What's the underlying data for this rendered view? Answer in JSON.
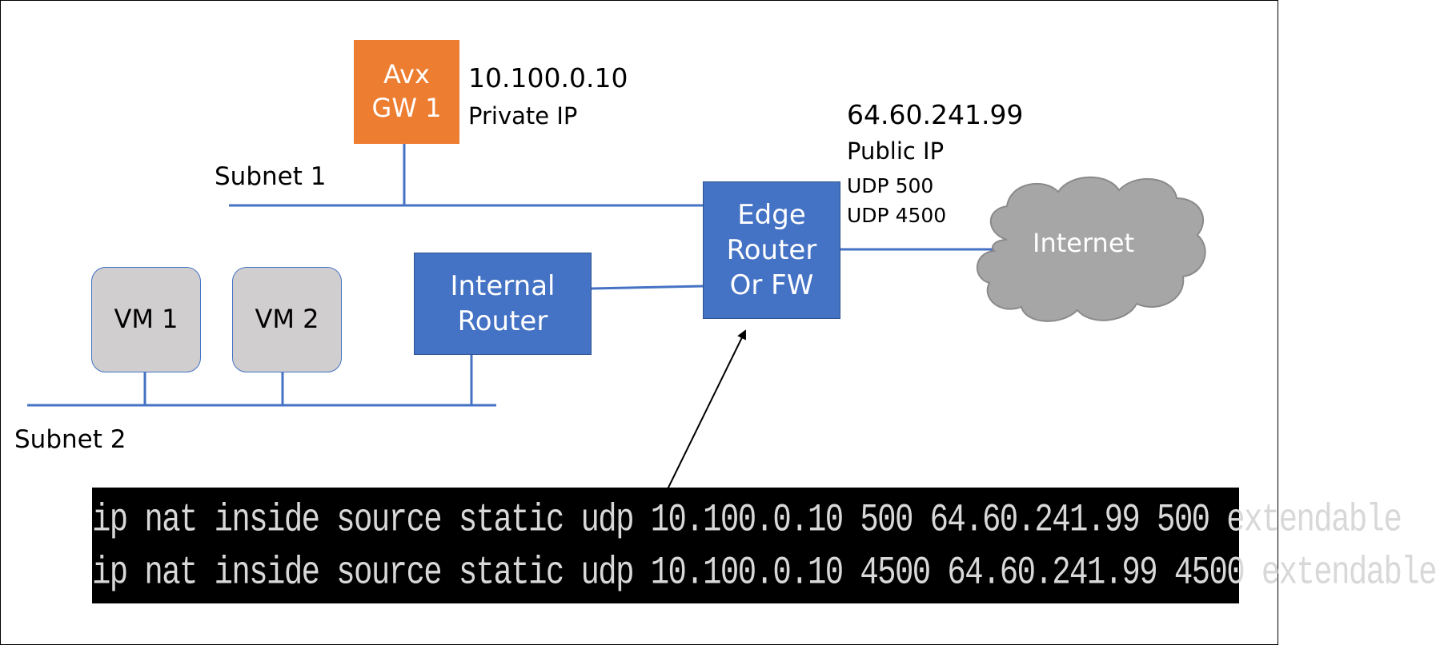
{
  "nodes": {
    "avx_gateway": {
      "line1": "Avx",
      "line2": "GW 1"
    },
    "internal_router": {
      "line1": "Internal",
      "line2": "Router"
    },
    "edge_router": {
      "line1": "Edge",
      "line2": "Router",
      "line3": "Or FW"
    },
    "vm1": {
      "label": "VM 1"
    },
    "vm2": {
      "label": "VM 2"
    },
    "internet": {
      "label": "Internet"
    }
  },
  "labels": {
    "subnet1": "Subnet 1",
    "subnet2": "Subnet 2",
    "private_ip": "10.100.0.10",
    "private_ip_tag": "Private IP",
    "public_ip": "64.60.241.99",
    "public_ip_tag": "Public IP",
    "udp_500": "UDP 500",
    "udp_4500": "UDP 4500"
  },
  "cli": {
    "lines": [
      "ip nat inside source static udp 10.100.0.10 500 64.60.241.99 500 extendable",
      "ip nat inside source static udp 10.100.0.10 4500 64.60.241.99 4500 extendable"
    ]
  },
  "colors": {
    "gateway": "#ed7d31",
    "router": "#4472c4",
    "vm": "#d0cece",
    "cloud": "#a6a6a6",
    "wire": "#4472c4"
  }
}
